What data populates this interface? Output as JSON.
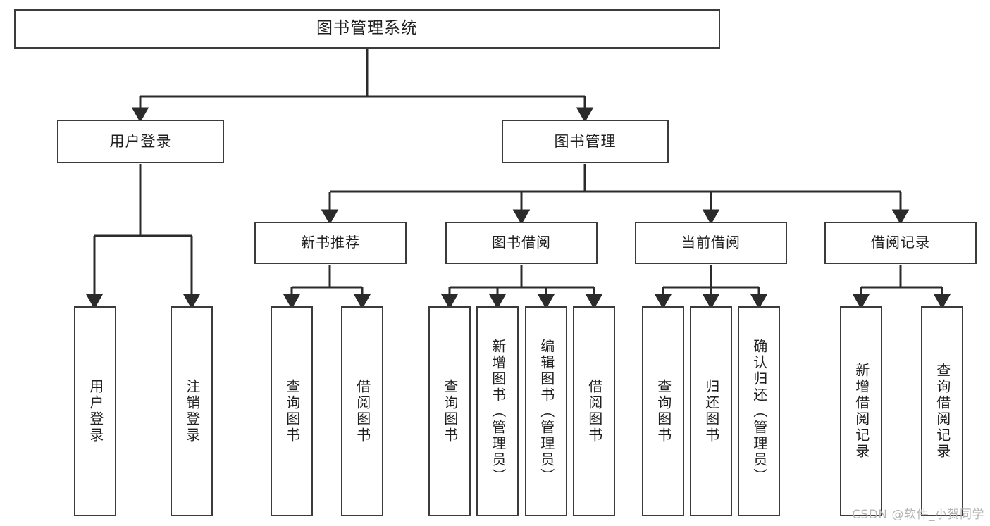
{
  "diagram": {
    "title": "图书管理系统",
    "watermark": "CSDN @软件_小贺同学",
    "colors": {
      "box_border": "#3b3b3b",
      "connector": "#2b2b2b",
      "background": "#ffffff",
      "text": "#1f1f1f",
      "watermark": "#b4b4b4"
    },
    "root": {
      "label": "图书管理系统"
    },
    "level1": [
      {
        "label": "用户登录"
      },
      {
        "label": "图书管理"
      }
    ],
    "level2": [
      {
        "label": "新书推荐"
      },
      {
        "label": "图书借阅"
      },
      {
        "label": "当前借阅"
      },
      {
        "label": "借阅记录"
      }
    ],
    "leaves": {
      "user_login": [
        {
          "label": "用户登录"
        },
        {
          "label": "注销登录"
        }
      ],
      "new_book_recommend": [
        {
          "label": "查询图书"
        },
        {
          "label": "借阅图书"
        }
      ],
      "book_borrow": [
        {
          "label": "查询图书"
        },
        {
          "label": "新增图书（管理员）"
        },
        {
          "label": "编辑图书（管理员）"
        },
        {
          "label": "借阅图书"
        }
      ],
      "current_borrow": [
        {
          "label": "查询图书"
        },
        {
          "label": "归还图书"
        },
        {
          "label": "确认归还（管理员）"
        }
      ],
      "borrow_record": [
        {
          "label": "新增借阅记录"
        },
        {
          "label": "查询借阅记录"
        }
      ]
    }
  }
}
